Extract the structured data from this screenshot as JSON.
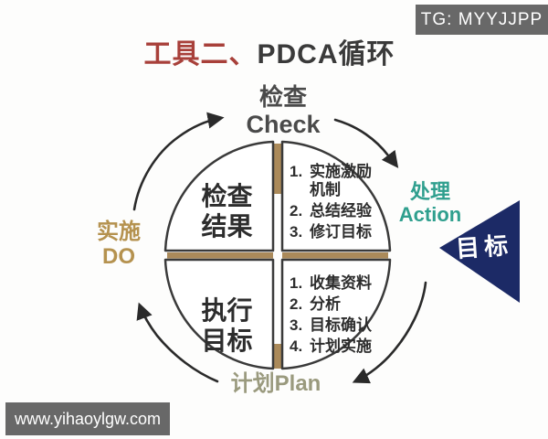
{
  "colors": {
    "title-red": "#a8403a",
    "ink": "#3a3a3a",
    "teal": "#2f9f8e",
    "tan": "#b5924f",
    "olive": "#9a9a7e",
    "navy": "#1c2a66",
    "divider-tan": "#ab8a5a",
    "bar-gray": "#686868",
    "quad-text": "#2d2d2d"
  },
  "overlays": {
    "tg_badge": "TG: MYYJJPP",
    "site_bar": "www.yihaoylgw.com"
  },
  "title": {
    "prefix": "工具二、",
    "main": "PDCA循环"
  },
  "cycle": {
    "check": {
      "zh": "检查",
      "en": "Check"
    },
    "action": {
      "zh": "处理",
      "en": "Action"
    },
    "do": {
      "zh": "实施",
      "en": "DO"
    },
    "plan": {
      "combined": "计划Plan"
    }
  },
  "quadrants": {
    "check_result": {
      "line1": "检查",
      "line2": "结果"
    },
    "execute_goal": {
      "line1": "执行",
      "line2": "目标"
    },
    "action_items": [
      {
        "num": "1.",
        "text": "实施激励机制"
      },
      {
        "num": "2.",
        "text": "总结经验"
      },
      {
        "num": "3.",
        "text": "修订目标"
      }
    ],
    "plan_items": [
      {
        "num": "1.",
        "text": "收集资料"
      },
      {
        "num": "2.",
        "text": "分析"
      },
      {
        "num": "3.",
        "text": "目标确认"
      },
      {
        "num": "4.",
        "text": "计划实施"
      }
    ]
  },
  "goal": {
    "label": "目标"
  }
}
